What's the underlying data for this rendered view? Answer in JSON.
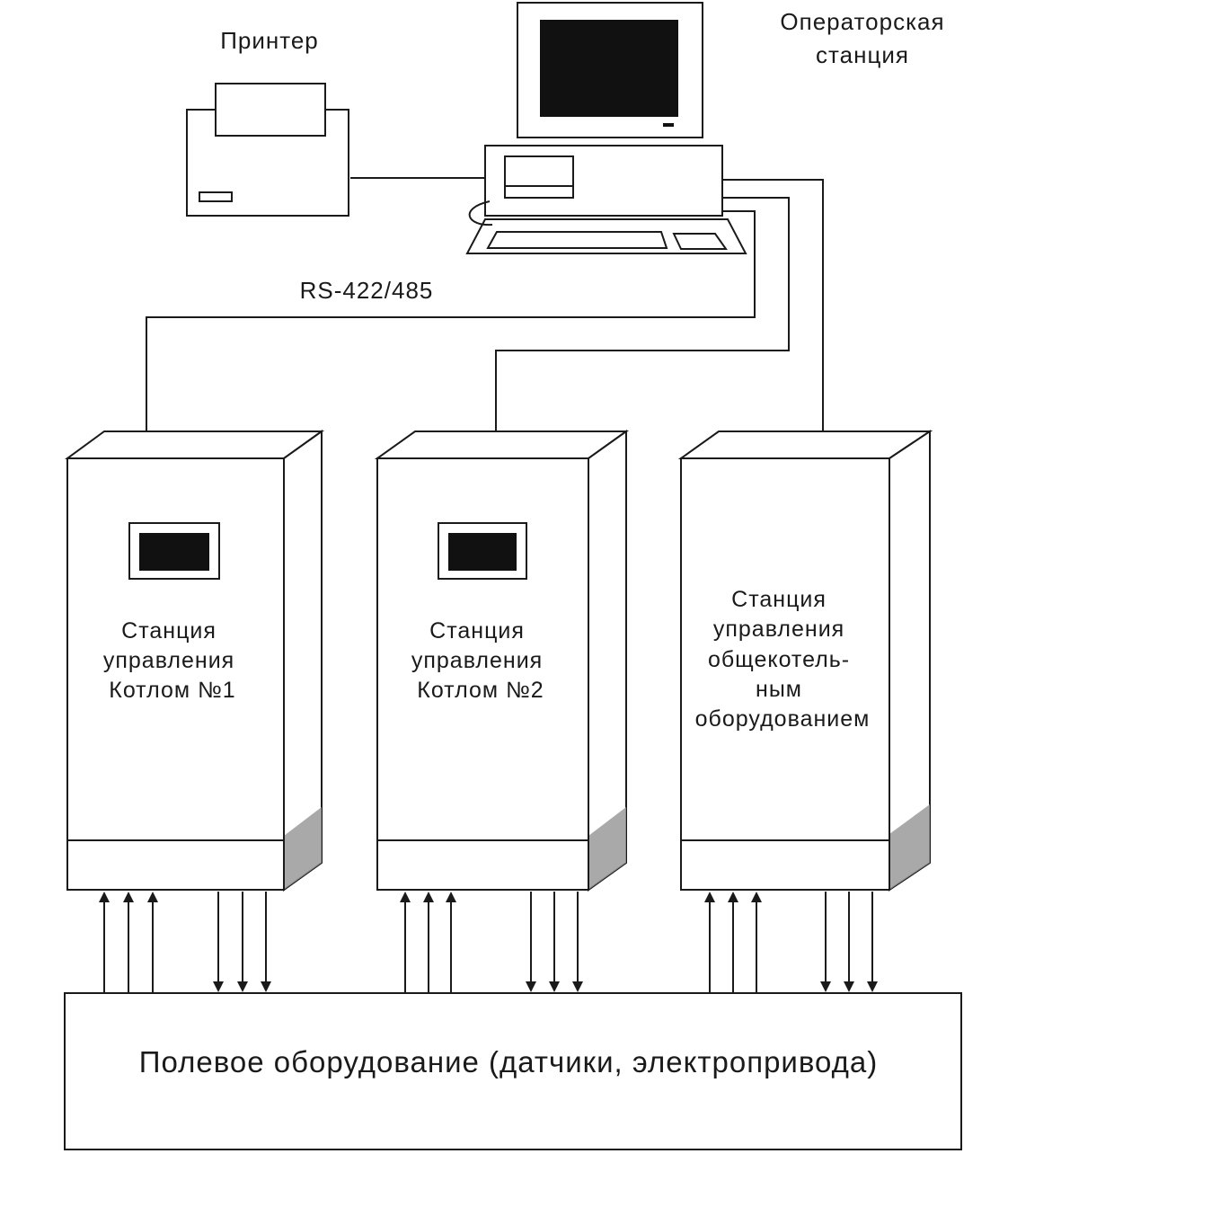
{
  "labels": {
    "printer": "Принтер",
    "operator_station_line1": "Операторская",
    "operator_station_line2": "станция",
    "bus": "RS-422/485",
    "field_equipment": "Полевое оборудование (датчики, электропривода)"
  },
  "stations": [
    {
      "lines": [
        "Станция",
        "управления",
        "Котлом №1"
      ],
      "has_display": true
    },
    {
      "lines": [
        "Станция",
        "управления",
        "Котлом №2"
      ],
      "has_display": true
    },
    {
      "lines": [
        "Станция",
        "управления",
        "общекотель-",
        "ным",
        "оборудованием"
      ],
      "has_display": false
    }
  ],
  "colors": {
    "ink": "#1a1a1a",
    "screen": "#111111",
    "shade": "#9a9a9a"
  }
}
